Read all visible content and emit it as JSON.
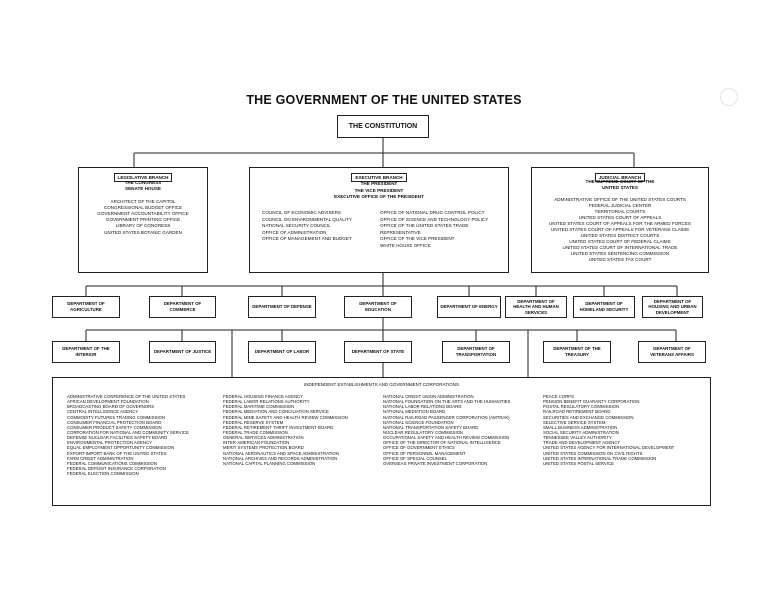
{
  "title": "THE GOVERNMENT OF THE UNITED STATES",
  "constitution": "THE CONSTITUTION",
  "legislative": {
    "header": "LEGISLATIVE BRANCH",
    "lines": [
      {
        "text": "THE CONGRESS",
        "bold": true
      },
      {
        "text": "SENATE    HOUSE",
        "bold": true
      },
      {
        "text": "",
        "bold": false
      },
      {
        "text": "ARCHITECT OF THE CAPITOL",
        "bold": false
      },
      {
        "text": "CONGRESSIONAL BUDGET OFFICE",
        "bold": false
      },
      {
        "text": "GOVERNMENT ACCOUNTABILITY OFFICE",
        "bold": false
      },
      {
        "text": "GOVERNMENT PRINTING OFFICE",
        "bold": false
      },
      {
        "text": "LIBRARY OF CONGRESS",
        "bold": false
      },
      {
        "text": "UNITED STATES BOTANIC GARDEN",
        "bold": false
      }
    ]
  },
  "executive": {
    "header": "EXECUTIVE BRANCH",
    "top": [
      "THE PRESIDENT",
      "THE VICE PRESIDENT",
      "EXECUTIVE OFFICE OF THE PRESIDENT"
    ],
    "left": [
      "COUNCIL OF ECONOMIC ADVISERS",
      "COUNCIL ON ENVIRONMENTAL QUALITY",
      "NATIONAL SECURITY COUNCIL",
      "OFFICE OF ADMINISTRATION",
      "OFFICE OF MANAGEMENT AND BUDGET"
    ],
    "right": [
      "OFFICE OF NATIONAL DRUG CONTROL POLICY",
      "OFFICE OF SCIENCE AND TECHNOLOGY POLICY",
      "OFFICE OF THE  UNITED  STATES TRADE",
      "   REPRESENTATIVE",
      "OFFICE OF THE VICE PRESIDENT",
      "WHITE HOUSE OFFICE"
    ]
  },
  "judicial": {
    "header": "JUDICIAL BRANCH",
    "lines": [
      {
        "text": "THE SUPREME COURT OF THE",
        "bold": true
      },
      {
        "text": "UNITED STATES",
        "bold": true
      },
      {
        "text": "",
        "bold": false
      },
      {
        "text": "ADMINISTRATIVE OFFICE OF THE UNITED STATES COURTS",
        "bold": false
      },
      {
        "text": "FEDERAL JUDICIAL CENTER",
        "bold": false
      },
      {
        "text": "TERRITORIAL COURTS",
        "bold": false
      },
      {
        "text": "UNITED STATES COURT OF APPEALS",
        "bold": false
      },
      {
        "text": "UNITED STATES  COURT OF APPEALS FOR THE ARMED FORCES",
        "bold": false
      },
      {
        "text": "UNITED STATES  COURT OF APPEALS FOR VETERANS CLAIMS",
        "bold": false
      },
      {
        "text": "UNITED STATES DISTRICT COURTS",
        "bold": false
      },
      {
        "text": "UNITED STATES  COURT OF FEDERAL CLAIMS",
        "bold": false
      },
      {
        "text": "UNITED STATES  COURT OF INTERNATIONAL TRADE",
        "bold": false
      },
      {
        "text": "UNITED STATES SENTENCING COMMISSION",
        "bold": false
      },
      {
        "text": "UNITED STATES TAX COURT",
        "bold": false
      }
    ]
  },
  "departments_row1": [
    "DEPARTMENT OF AGRICULTURE",
    "DEPARTMENT OF COMMERCE",
    "DEPARTMENT OF DEFENSE",
    "DEPARTMENT OF EDUCATION",
    "DEPARTMENT OF ENERGY",
    "DEPARTMENT OF HEALTH AND HUMAN SERVICES",
    "DEPARTMENT OF HOMELAND SECURITY",
    "DEPARTMENT OF HOUSING AND URBAN DEVELOPMENT"
  ],
  "departments_row2": [
    "DEPARTMENT OF THE INTERIOR",
    "DEPARTMENT OF JUSTICE",
    "DEPARTMENT OF LABOR",
    "DEPARTMENT OF STATE",
    "DEPARTMENT OF TRANSPORTATION",
    "DEPARTMENT OF THE TREASURY",
    "DEPARTMENT OF VETERANS AFFAIRS"
  ],
  "independent": {
    "header": "INDEPENDENT ESTABLISHMENTS AND GOVERNMENT CORPORATIONS",
    "col1": [
      "ADMINISTRATIVE CONFERENCE OF THE UNITED STATES",
      "AFRICAN DEVELOPMENT FOUNDATION",
      "BROADCASTING BOARD OF GOVERNORS",
      "CENTRAL INTELLIGENCE AGENCY",
      "COMMODITY FUTURES TRADING COMMISSION",
      "CONSUMER FINANCIAL PROTECTION BOARD",
      "CONSUMER PRODUCT SAFETY COMMISSION",
      "CORPORATION FOR NATIONAL AND COMMUNITY SERVICE",
      "DEFENSE NUCLEAR FACILITIES SAFETY BOARD",
      "ENVIRONMENTAL PROTECTION AGENCY",
      "EQUAL EMPLOYMENT OPPORTUNITY COMMISSION",
      "EXPORT-IMPORT BANK OF THE UNITED STATES",
      "FARM CREDIT ADMINISTRATION",
      "FEDERAL COMMUNICATIONS COMMISSION",
      "FEDERAL DEPOSIT INSURANCE CORPORATION",
      "FEDERAL ELECTION COMMISSION"
    ],
    "col2": [
      "FEDERAL HOUSING FINANCE AGENCY",
      "FEDERAL LABOR RELATIONS AUTHORITY",
      "FEDERAL MARITIME COMMISSION",
      "FEDERAL MEDIATION AND CONCILIATION SERVICE",
      "FEDERAL MINE SAFETY AND HEALTH REVIEW COMMISSION",
      "FEDERAL RESERVE SYSTEM",
      "FEDERAL RETIREMENT THRIFT INVESTMENT BOARD",
      "FEDERAL TRADE COMMISSION",
      "GENERAL SERVICES ADMINISTRATION",
      "INTER-AMERICAN FOUNDATION",
      "MERIT SYSTEMS PROTECTION BOARD",
      "NATIONAL AERONAUTICS AND SPACE ADMINISTRATION",
      "NATIONAL ARCHIVES AND RECORDS ADMINISTRATION",
      "NATIONAL CAPITAL PLANNING COMMISSION"
    ],
    "col3": [
      "NATIONAL CREDIT UNION ADMINISTRATION",
      "NATIONAL FOUNDATION ON THE ARTS AND THE HUMANITIES",
      "NATIONAL LABOR RELATIONS BOARD",
      "NATIONAL MEDIATION BOARD",
      "NATIONAL RAILROAD PASSENGER CORPORATION (AMTRAK)",
      "NATIONAL SCIENCE FOUNDATION",
      "NATIONAL TRANSPORTATION SAFETY BOARD",
      "NUCLEAR REGULATORY COMMISSION",
      "OCCUPATIONAL SAFETY AND HEALTH REVIEW COMMISSION",
      "OFFICE OF THE DIRECTOR OF NATIONAL INTELLIGENCE",
      "OFFICE OF GOVERNMENT ETHICS",
      "OFFICE OF PERSONNEL MANAGEMENT",
      "OFFICE OF SPECIAL COUNSEL",
      "OVERSEAS PRIVATE INVESTMENT CORPORATION"
    ],
    "col4": [
      "PEACE CORPS",
      "PENSION BENEFIT GUARANTY CORPORATION",
      "POSTAL REGULATORY COMMISSION",
      "RAILROAD RETIREMENT BOARD",
      "SECURITIES AND EXCHANGE COMMISSION",
      "SELECTIVE SERVICE SYSTEM",
      "SMALL BUSINESS ADMINISTRATION",
      "SOCIAL SECURITY ADMINISTRATION",
      "TENNESSEE VALLEY AUTHORITY",
      "TRADE AND DEVELOPMENT AGENCY",
      "UNITED STATES AGENCY FOR INTERNATIONAL DEVELOPMENT",
      "UNITED STATES COMMISSION ON CIVIL RIGHTS",
      "UNITED STATES INTERNATIONAL TRADE COMMISSION",
      "UNITED STATES POSTAL SERVICE"
    ]
  }
}
